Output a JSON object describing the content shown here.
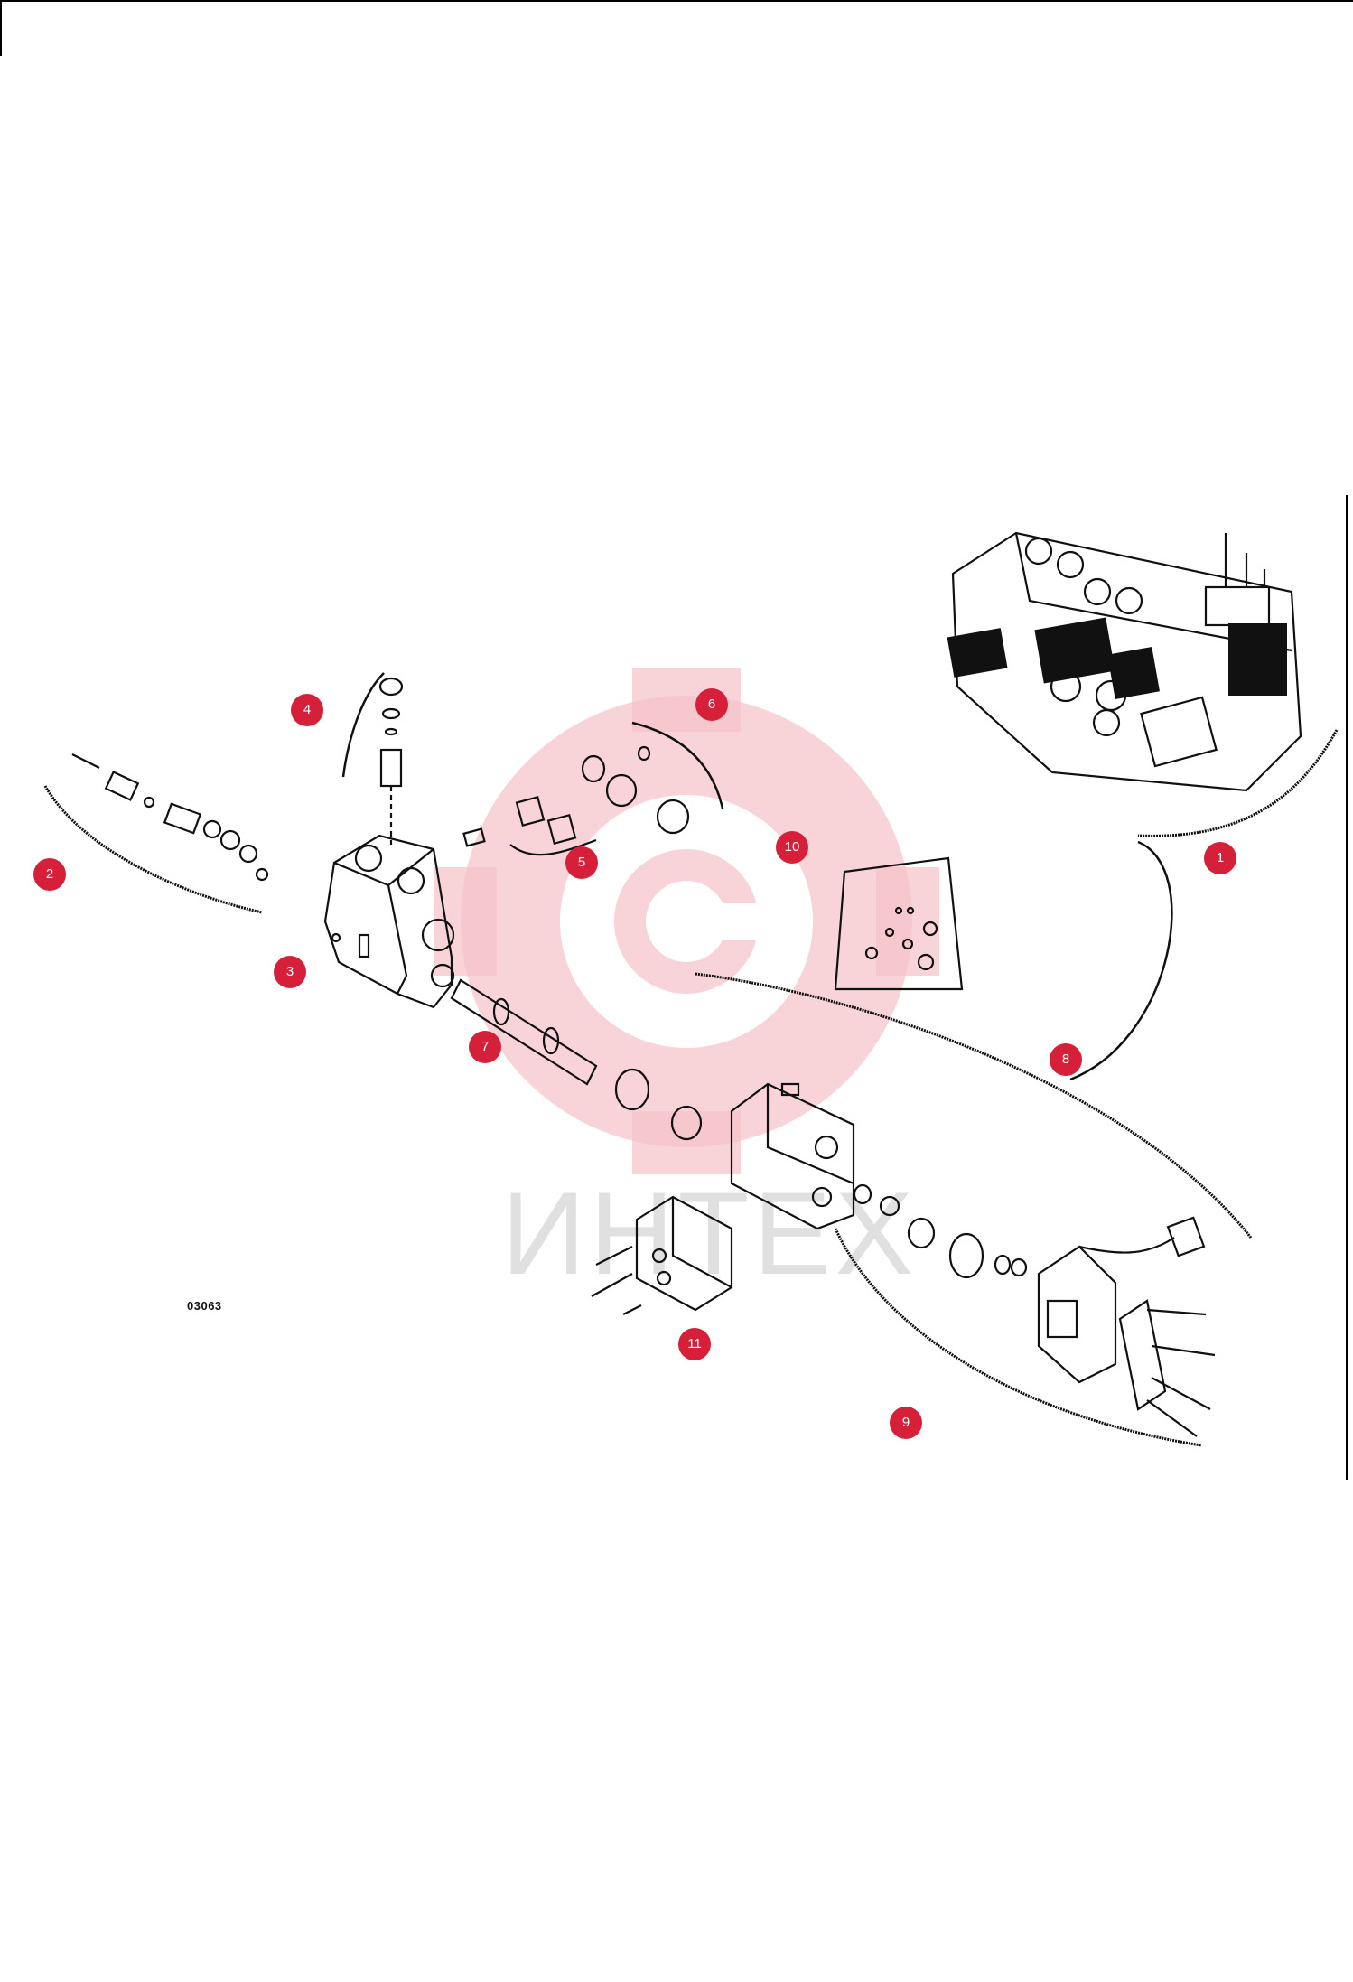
{
  "drawing": {
    "code": "03063",
    "watermark": "ИНТЕХ",
    "accent_color": "#d6203a",
    "watermark_color": "#f2b8bf"
  },
  "callouts": [
    {
      "number": "1",
      "name": "callout-1"
    },
    {
      "number": "2",
      "name": "callout-2"
    },
    {
      "number": "3",
      "name": "callout-3"
    },
    {
      "number": "4",
      "name": "callout-4"
    },
    {
      "number": "5",
      "name": "callout-5"
    },
    {
      "number": "6",
      "name": "callout-6"
    },
    {
      "number": "7",
      "name": "callout-7"
    },
    {
      "number": "8",
      "name": "callout-8"
    },
    {
      "number": "9",
      "name": "callout-9"
    },
    {
      "number": "10",
      "name": "callout-10"
    },
    {
      "number": "11",
      "name": "callout-11"
    }
  ]
}
